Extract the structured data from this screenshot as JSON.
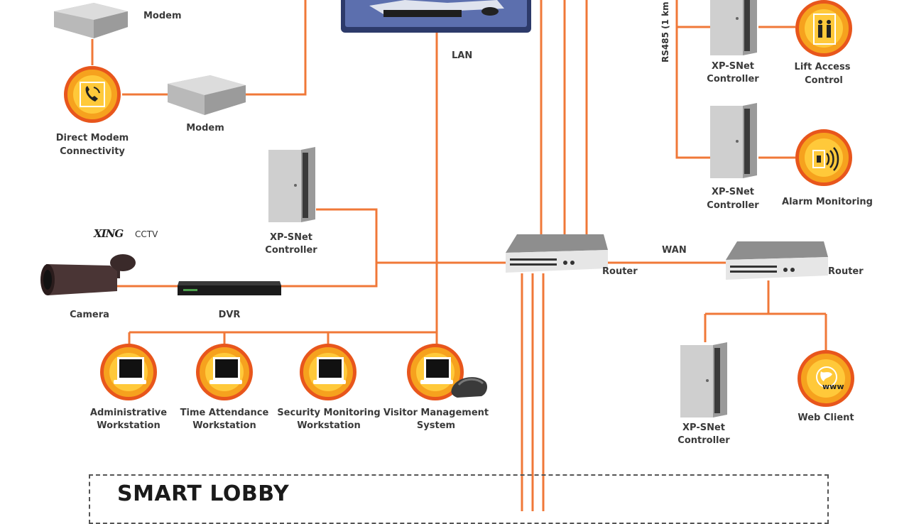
{
  "labels": {
    "modem_top": "Modem",
    "modem_mid": "Modem",
    "direct_modem": [
      "Direct Modem",
      "Connectivity"
    ],
    "lan": "LAN",
    "xpsnet_left": [
      "XP-SNet",
      "Controller"
    ],
    "cctv_brand": "XING",
    "cctv": "CCTV",
    "camera": "Camera",
    "dvr": "DVR",
    "router_main": "Router",
    "wan": "WAN",
    "router_remote": "Router",
    "rs485": "RS485 (1 km",
    "xpsnet_lift": [
      "XP-SNet",
      "Controller"
    ],
    "lift_access": [
      "Lift Access",
      "Control"
    ],
    "xpsnet_alarm": [
      "XP-SNet",
      "Controller"
    ],
    "alarm_monitoring": "Alarm Monitoring",
    "xpsnet_remote": [
      "XP-SNet",
      "Controller"
    ],
    "web_client": "Web Client",
    "web_www": "www",
    "ws_admin": [
      "Administrative",
      "Workstation"
    ],
    "ws_time": [
      "Time Attendance",
      "Workstation"
    ],
    "ws_security": [
      "Security Monitoring",
      "Workstation"
    ],
    "ws_visitor": [
      "Visitor Management",
      "System"
    ],
    "smart_lobby": "SMART LOBBY"
  },
  "colors": {
    "wire": "#f07838",
    "badge_ring": "#e8561c",
    "badge_fill": "#f6a21e",
    "badge_inner": "#ffc93a",
    "device_grey": "#c9c9c9"
  },
  "icons": {
    "direct_modem": "phone-icon",
    "lift_access": "people-icon",
    "alarm_monitoring": "alarm-waves-icon",
    "web_client": "globe-icon",
    "workstation": "monitor-icon",
    "visitor": "card-scanner-icon"
  }
}
